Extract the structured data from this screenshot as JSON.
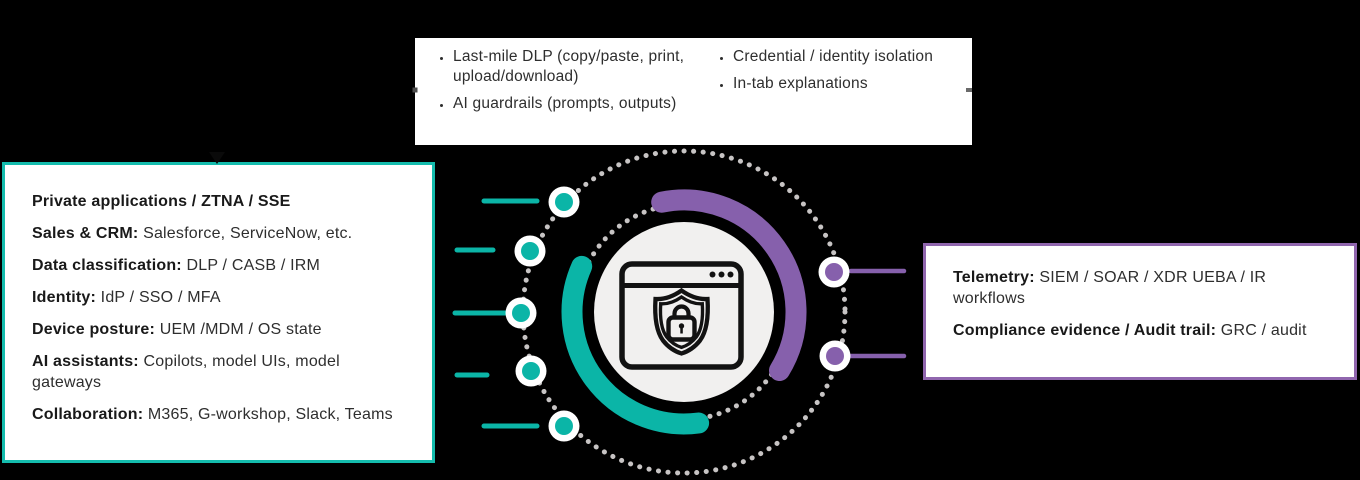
{
  "colors": {
    "background": "#000000",
    "teal": "#0BB5A7",
    "teal_border": "#14BCAD",
    "purple": "#8660AC",
    "purple_border": "#9066AE",
    "dot_gray": "#C7C4C4",
    "center_fill": "#F1F0EF",
    "icon_stroke": "#121212",
    "text": "#2E2E2E",
    "text_bold": "#191919"
  },
  "top_box": {
    "col1": {
      "items": [
        "Last-mile DLP (copy/paste, print, upload/download)",
        "AI guardrails (prompts, outputs)"
      ]
    },
    "col2": {
      "items": [
        "Credential / identity isolation",
        "In-tab explanations"
      ]
    }
  },
  "left_box": {
    "items": [
      {
        "lead": "Private applications / ZTNA / SSE",
        "rest": ""
      },
      {
        "lead": "Sales & CRM:",
        "rest": " Salesforce, ServiceNow, etc."
      },
      {
        "lead": "Data classification:",
        "rest": " DLP / CASB / IRM"
      },
      {
        "lead": "Identity:",
        "rest": " IdP / SSO / MFA"
      },
      {
        "lead": "Device posture:",
        "rest": " UEM /MDM / OS state"
      },
      {
        "lead": "AI assistants:",
        "rest": " Copilots, model UIs, model gateways"
      },
      {
        "lead": "Collaboration:",
        "rest": " M365, G-workshop, Slack, Teams"
      }
    ]
  },
  "right_box": {
    "items": [
      {
        "lead": "Telemetry:",
        "rest": " SIEM / SOAR / XDR UEBA /  IR workflows"
      },
      {
        "lead": "Compliance evidence / Audit trail:",
        "rest": " GRC / audit"
      }
    ]
  },
  "icons": {
    "center": "secure-browser-window-with-shield-lock"
  }
}
